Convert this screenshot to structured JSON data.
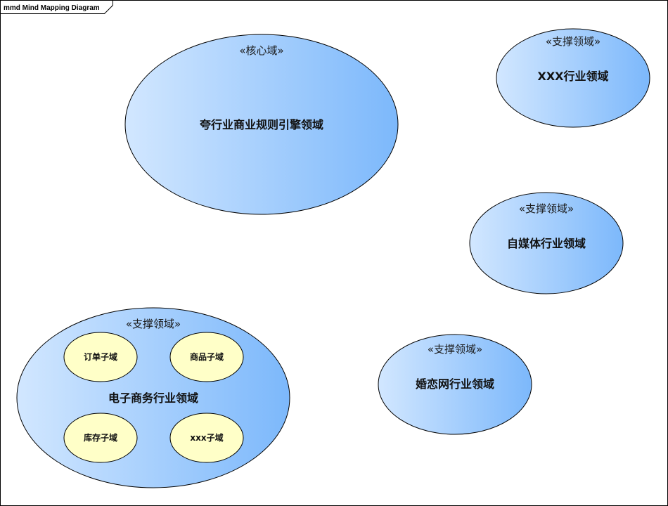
{
  "diagram": {
    "frame_title": "mmd Mind Mapping Diagram",
    "colors": {
      "domain_light": "#cfe4ff",
      "domain_dark": "#7db9ff",
      "subdomain_fill": "#ffffc8",
      "stroke": "#000000"
    },
    "domains": [
      {
        "id": "core",
        "stereotype": "«核心域»",
        "name": "夸行业商业规则引擎领域"
      },
      {
        "id": "xxx",
        "stereotype": "«支撑领域»",
        "name": "XXX行业领域"
      },
      {
        "id": "media",
        "stereotype": "«支撑领域»",
        "name": "自媒体行业领域"
      },
      {
        "id": "ecommerce",
        "stereotype": "«支撑领域»",
        "name": "电子商务行业领域",
        "subdomains": [
          {
            "id": "order",
            "name": "订单子域"
          },
          {
            "id": "product",
            "name": "商品子域"
          },
          {
            "id": "inventory",
            "name": "库存子域"
          },
          {
            "id": "xxx-sub",
            "name": "xxx子域"
          }
        ]
      },
      {
        "id": "dating",
        "stereotype": "«支撑领域»",
        "name": "婚恋网行业领域"
      }
    ]
  }
}
